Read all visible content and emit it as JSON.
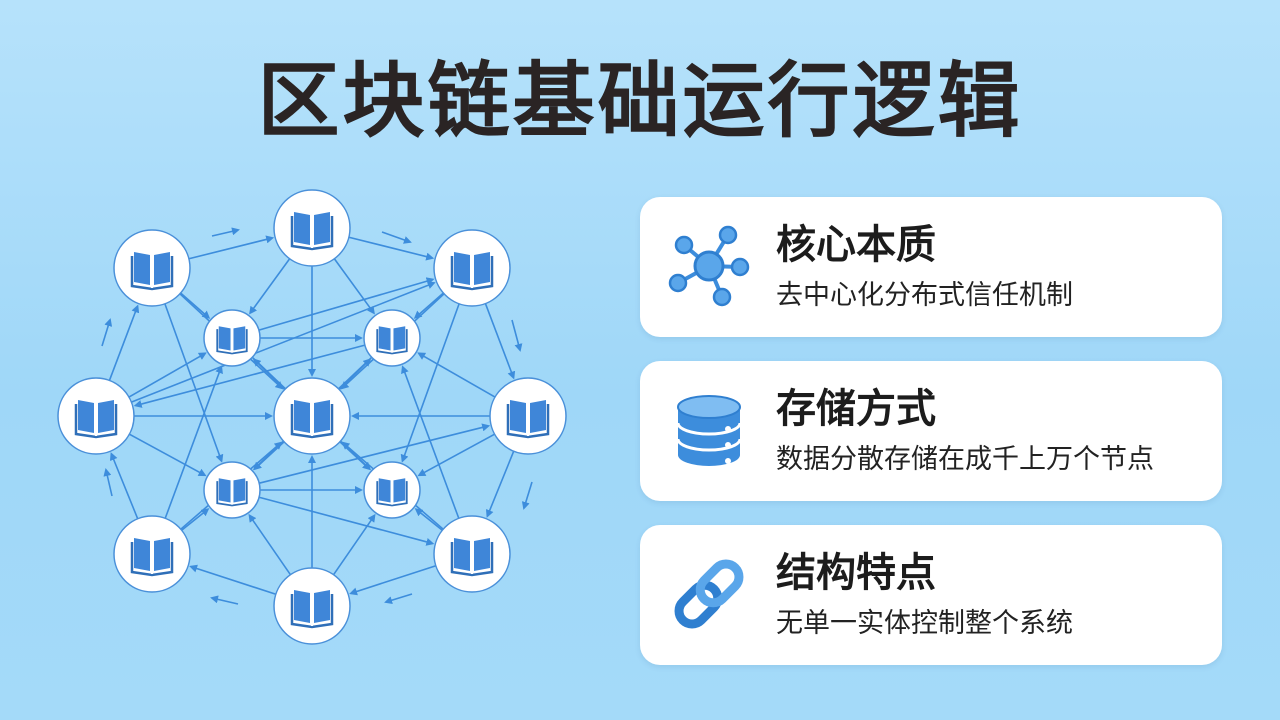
{
  "page": {
    "title": "区块链基础运行逻辑"
  },
  "diagram": {
    "nodes": [
      {
        "id": "top",
        "icon": "book-icon"
      },
      {
        "id": "upper-left",
        "icon": "book-icon"
      },
      {
        "id": "upper-right",
        "icon": "book-icon"
      },
      {
        "id": "left",
        "icon": "book-icon"
      },
      {
        "id": "right",
        "icon": "book-icon"
      },
      {
        "id": "lower-left",
        "icon": "book-icon"
      },
      {
        "id": "lower-right",
        "icon": "book-icon"
      },
      {
        "id": "bottom",
        "icon": "book-icon"
      },
      {
        "id": "center",
        "icon": "book-icon"
      },
      {
        "id": "inner-upper-left",
        "icon": "book-icon"
      },
      {
        "id": "inner-upper-right",
        "icon": "book-icon"
      },
      {
        "id": "inner-lower-left",
        "icon": "book-icon"
      },
      {
        "id": "inner-lower-right",
        "icon": "book-icon"
      }
    ],
    "colors": {
      "line": "#3d8ddc",
      "book": "#3f86d8",
      "node_fill": "#ffffff",
      "node_stroke": "#4a90d9"
    }
  },
  "cards": [
    {
      "title": "核心本质",
      "desc": "去中心化分布式信任机制",
      "icon": "network-hub-icon"
    },
    {
      "title": "存储方式",
      "desc": "数据分散存储在成千上万个节点",
      "icon": "database-icon"
    },
    {
      "title": "结构特点",
      "desc": "无单一实体控制整个系统",
      "icon": "chain-link-icon"
    }
  ],
  "colors": {
    "background": "#a7dbf9",
    "card": "#ffffff",
    "accent": "#3d8ddc",
    "title_text": "#2a2424"
  }
}
